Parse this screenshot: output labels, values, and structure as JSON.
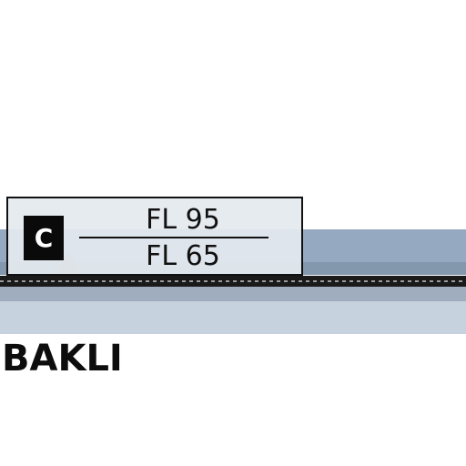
{
  "airspace": {
    "class_letter": "C",
    "upper_limit": "FL 95",
    "lower_limit": "FL 65",
    "colors": {
      "fill_upper": "#95a9c0",
      "fill_lower": "#c6d2de",
      "label_background": "#e4e9ef",
      "badge": "#0a0a0a"
    }
  },
  "route": {
    "line_color": "#1a1a1a"
  },
  "waypoint": {
    "icon": "triangle-waypoint-icon",
    "color": "#8f8f8f"
  },
  "place": {
    "name": "BAKLI"
  }
}
